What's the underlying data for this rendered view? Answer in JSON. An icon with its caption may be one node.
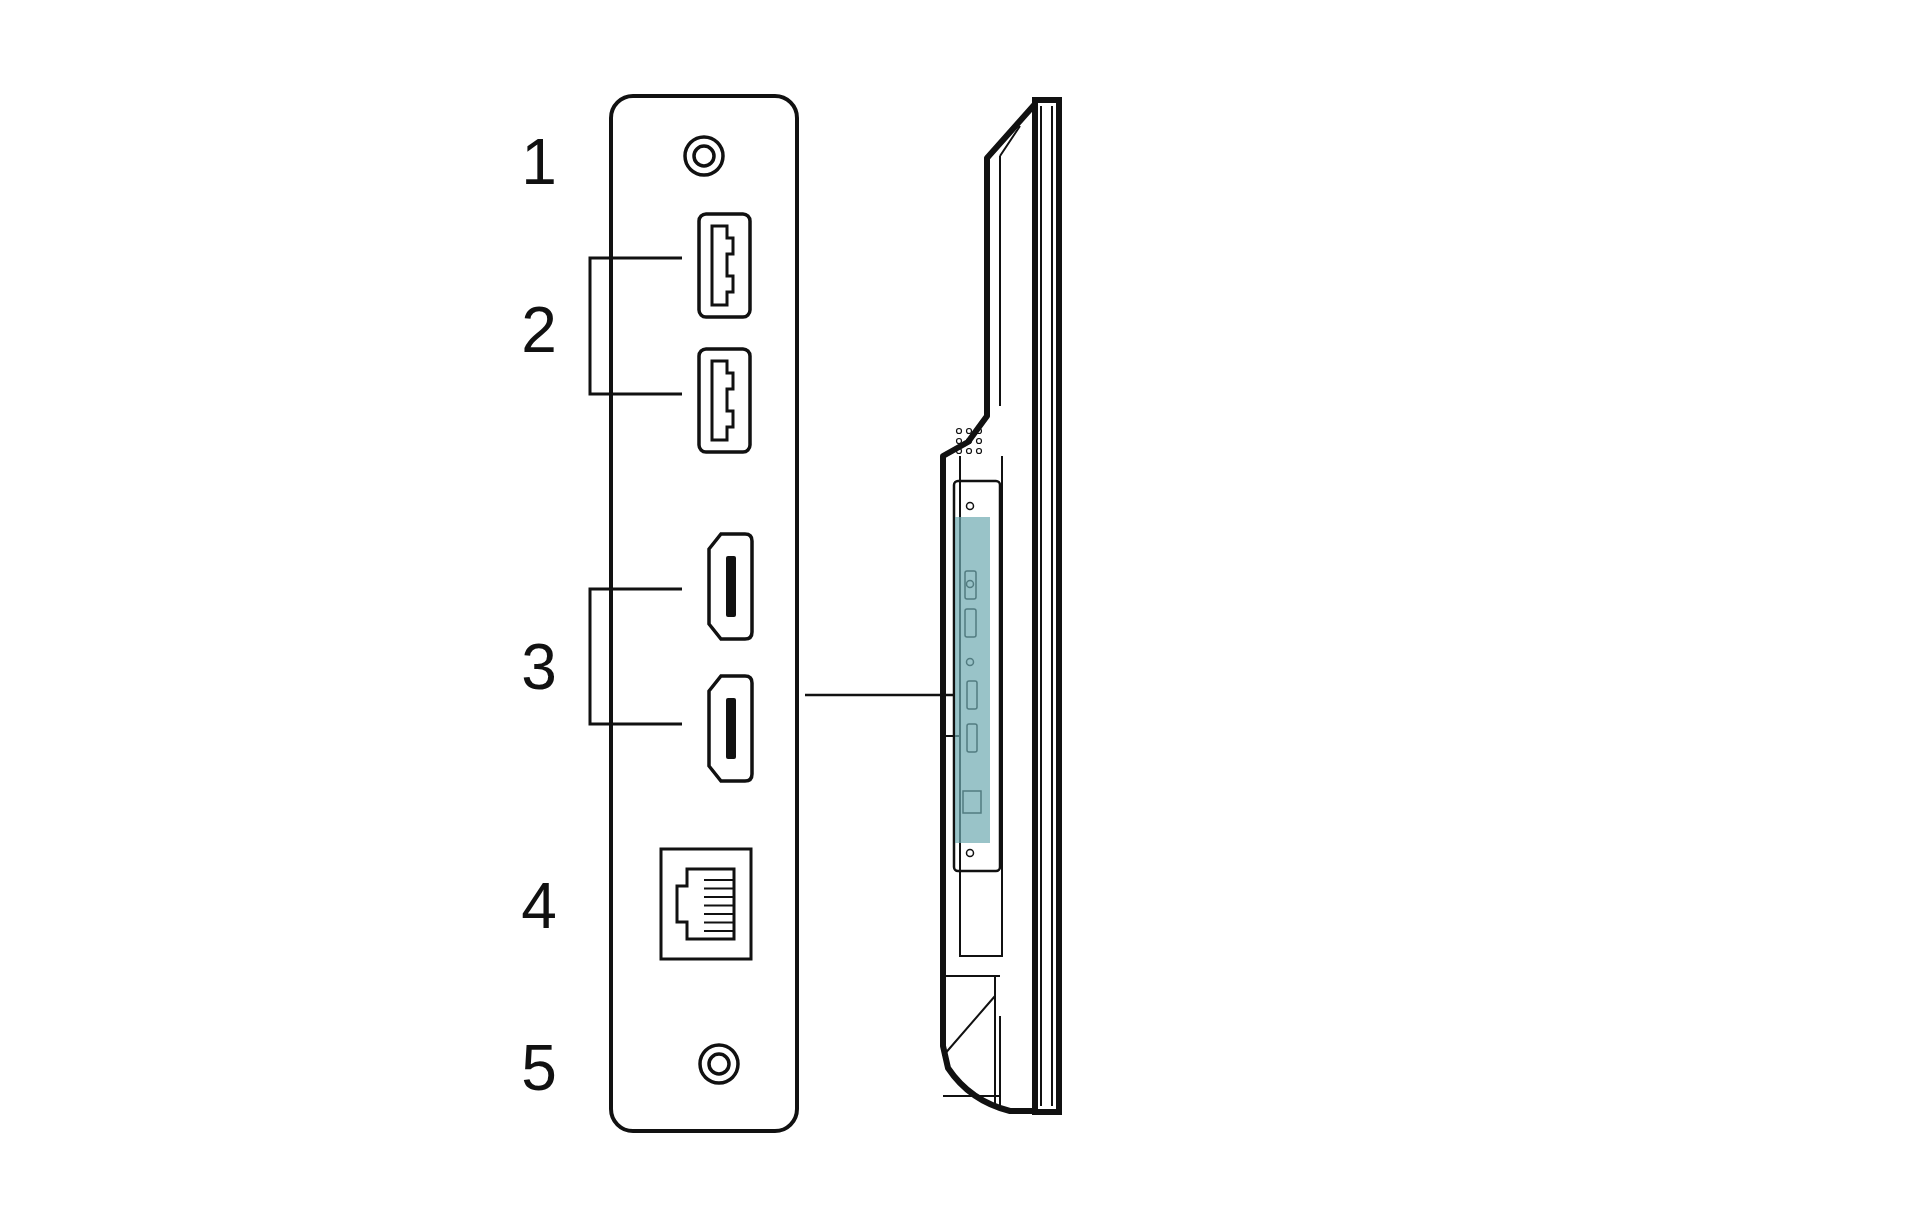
{
  "diagram": {
    "nodes": [
      {
        "text": [],
        "shape": "box"
      },
      {
        "text": [],
        "shape": "picture"
      },
      {
        "text": [],
        "shape": "box",
        "in": 1
      }
    ],
    "edges": [
      {
        "from": 0,
        "to": 2,
        "arrow": "none"
      }
    ],
    "labels": [
      "1",
      "2",
      "3",
      "4",
      "5"
    ]
  }
}
